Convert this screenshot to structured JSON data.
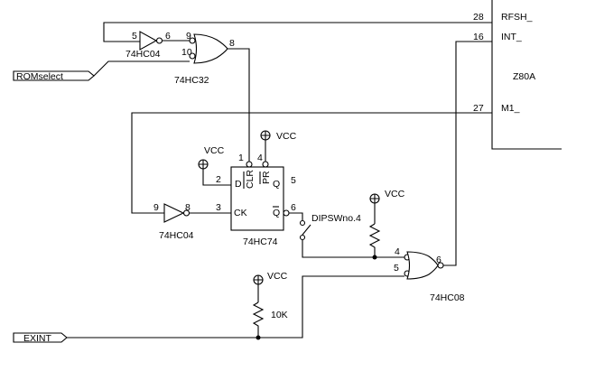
{
  "z80": {
    "name": "Z80A",
    "pins": [
      {
        "num": "28",
        "name": "RFSH_"
      },
      {
        "num": "16",
        "name": "INT_"
      },
      {
        "num": "27",
        "name": "M1_"
      }
    ]
  },
  "inverter_top": {
    "part": "74HC04",
    "in_pin": "5",
    "out_pin": "6"
  },
  "or_gate": {
    "part": "74HC32",
    "in1_pin": "9",
    "in2_pin": "10",
    "out_pin": "8"
  },
  "rom_port": {
    "label": "ROMselect"
  },
  "inverter_bottom": {
    "part": "74HC04",
    "in_pin": "9",
    "out_pin": "8"
  },
  "flipflop": {
    "part": "74HC74",
    "clr_label": "CLR",
    "clr_pin": "1",
    "pr_label": "PR",
    "pr_pin": "4",
    "d_label": "D",
    "d_pin": "2",
    "q_label": "Q",
    "q_pin": "5",
    "ck_label": "CK",
    "ck_pin": "3",
    "qbar_label": "Q",
    "qbar_pin": "6"
  },
  "vcc_label": "VCC",
  "switch": {
    "label": "DIPSWno.4"
  },
  "and_gate": {
    "part": "74HC08",
    "in1_pin": "4",
    "in2_pin": "5",
    "out_pin": "6"
  },
  "resistor": {
    "label": "10K"
  },
  "exint_port": {
    "label": "EXINT"
  }
}
